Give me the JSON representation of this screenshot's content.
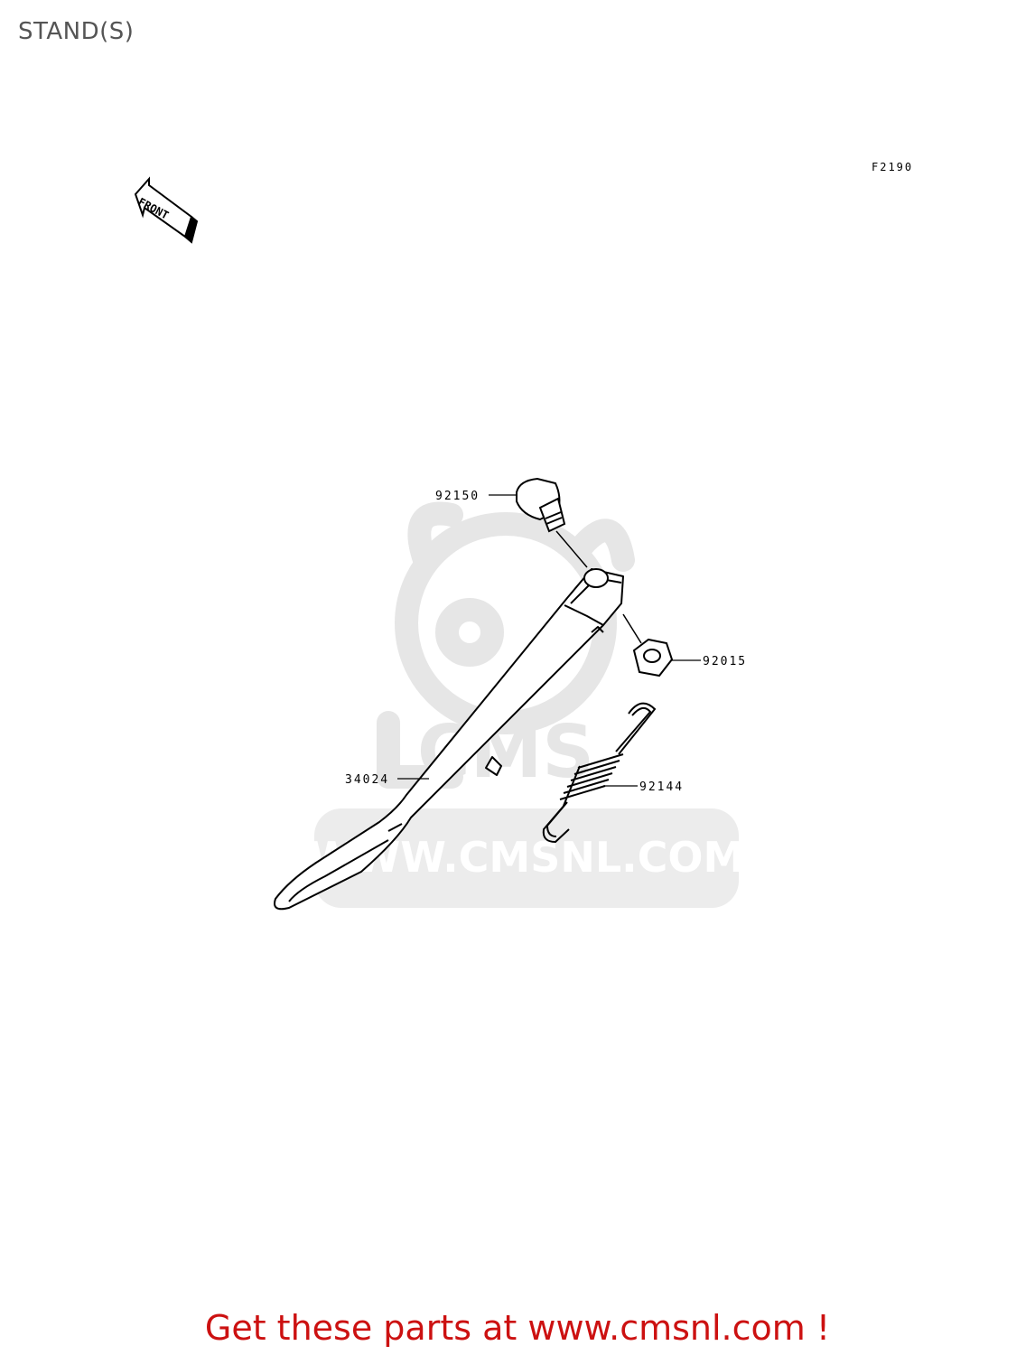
{
  "header": {
    "title": "STAND(S)",
    "figure_code": "F2190"
  },
  "front_marker": {
    "label": "FRONT",
    "icon": "front-arrow-icon"
  },
  "parts": [
    {
      "number": "92150"
    },
    {
      "number": "92015"
    },
    {
      "number": "34024"
    },
    {
      "number": "92144"
    }
  ],
  "watermark": {
    "text": "WWW.CMSNL.COM",
    "logo_text": "CMS"
  },
  "footer": {
    "text": "Get these parts at www.cmsnl.com !"
  },
  "colors": {
    "footer": "#cc1111",
    "title": "#555555",
    "watermark": "#e6e6e6"
  }
}
